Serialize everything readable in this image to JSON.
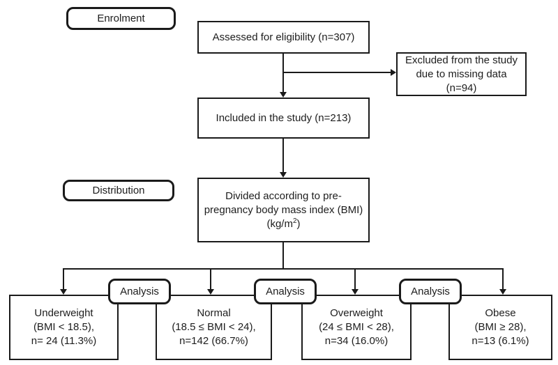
{
  "colors": {
    "ink": "#1a1a1a",
    "background": "#ffffff"
  },
  "stages": {
    "enrolment": "Enrolment",
    "distribution": "Distribution"
  },
  "analysis_labels": [
    "Analysis",
    "Analysis",
    "Analysis"
  ],
  "nodes": {
    "assessed": {
      "text": "Assessed for eligibility (n=307)"
    },
    "excluded": {
      "lines": [
        "Excluded from the study",
        "due to missing data",
        "(n=94)"
      ]
    },
    "included": {
      "text": "Included in the study (n=213)"
    },
    "divided": {
      "lines": [
        "Divided according to pre-",
        "pregnancy body mass index (BMI)"
      ],
      "unit_prefix": "(kg/m",
      "unit_sup": "2",
      "unit_suffix": ")"
    }
  },
  "categories": [
    {
      "name": "Underweight",
      "criteria": "(BMI < 18.5),",
      "count": "n= 24 (11.3%)"
    },
    {
      "name": "Normal",
      "criteria": "(18.5 ≤ BMI < 24),",
      "count": "n=142 (66.7%)"
    },
    {
      "name": "Overweight",
      "criteria": "(24 ≤ BMI < 28),",
      "count": "n=34 (16.0%)"
    },
    {
      "name": "Obese",
      "criteria": "(BMI ≥ 28),",
      "count": "n=13 (6.1%)"
    }
  ]
}
